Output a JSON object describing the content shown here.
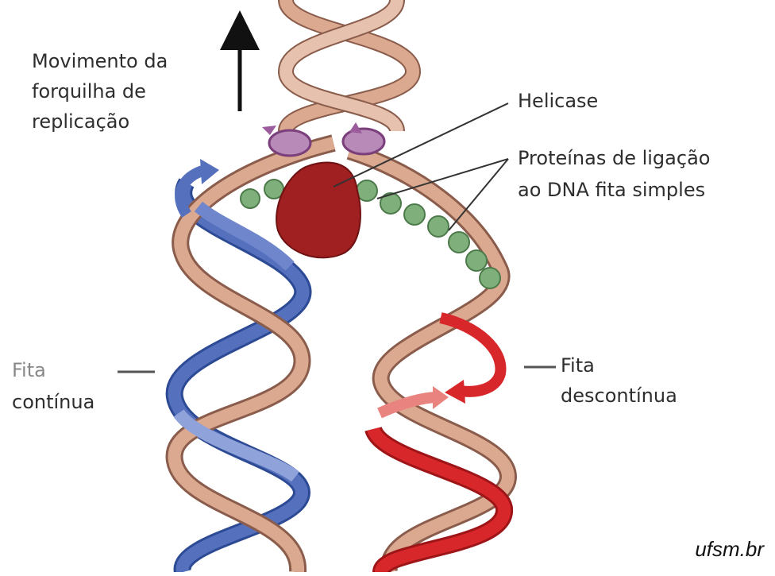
{
  "labels": {
    "fork_movement": [
      "Movimento da",
      "forquilha de",
      "replicação"
    ],
    "helicase": "Helicase",
    "ssb_proteins": [
      "Proteínas de ligação",
      "ao DNA fita simples"
    ],
    "leading_strand": [
      "Fita",
      "contínua"
    ],
    "lagging_strand": [
      "Fita",
      "descontínua"
    ]
  },
  "credit": "ufsm.br",
  "colors": {
    "parental_strand": "#dba98f",
    "leading_strand": "#5570bd",
    "lagging_strand": "#d8272b",
    "helicase": "#a01f20",
    "ssb_protein": "#7fb07c",
    "helicase_ring": "#9c5c9c"
  }
}
